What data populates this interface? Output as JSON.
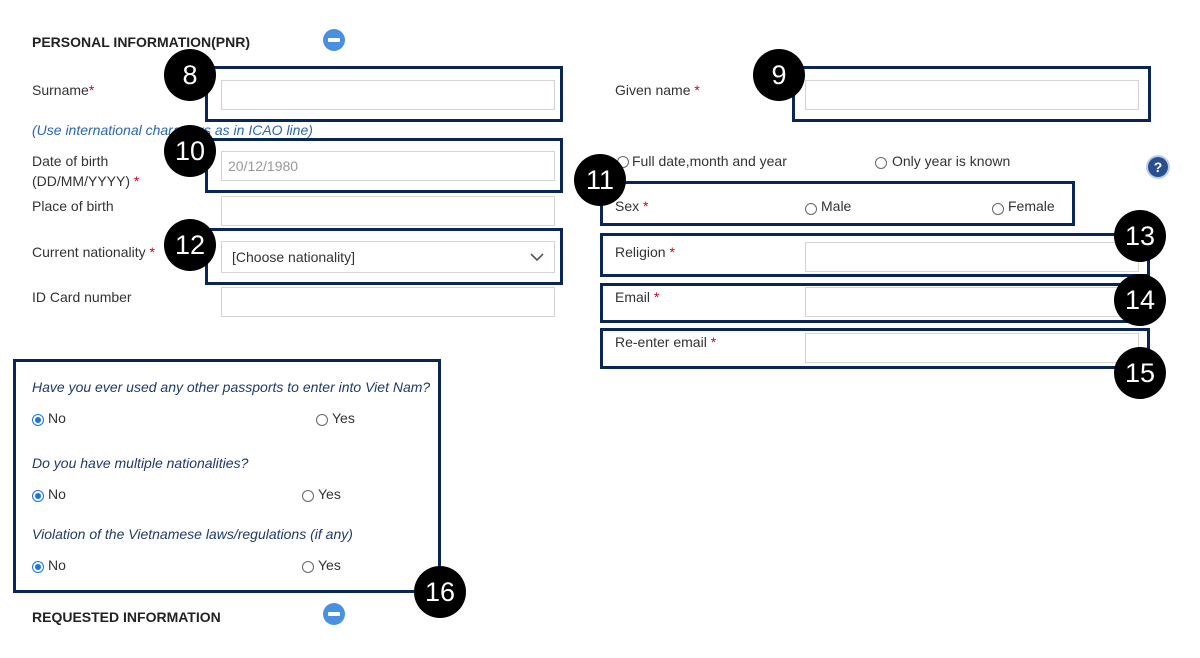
{
  "personal": {
    "title": "PERSONAL INFORMATION(PNR)",
    "surname_label": "Surname",
    "given_name_label": "Given name ",
    "hint": "(Use international characters as in ICAO line)",
    "dob_label_1": "Date of birth",
    "dob_label_2": "(DD/MM/YYYY) ",
    "dob_placeholder": "20/12/1980",
    "dob_option_full": "Full date,month and year",
    "dob_option_year": "Only year is known",
    "place_label": "Place of birth",
    "sex_label": "Sex ",
    "sex_male": "Male",
    "sex_female": "Female",
    "nationality_label": "Current nationality ",
    "nationality_selected": "[Choose nationality]",
    "religion_label": "Religion ",
    "email_label": "Email ",
    "reemail_label": "Re-enter email ",
    "idcard_label": "ID Card number",
    "required_mark": "*"
  },
  "questions": {
    "q1": "Have you ever used any other passports to enter into Viet Nam?",
    "q2": "Do you have multiple nationalities?",
    "q3": "Violation of the Vietnamese laws/regulations (if any)",
    "no": "No",
    "yes": "Yes"
  },
  "requested": {
    "title": "REQUESTED INFORMATION"
  },
  "badges": {
    "b8": "8",
    "b9": "9",
    "b10": "10",
    "b11": "11",
    "b12": "12",
    "b13": "13",
    "b14": "14",
    "b15": "15",
    "b16": "16"
  },
  "icons": {
    "collapse": "minus-circle-icon",
    "help": "question-mark-icon",
    "help_glyph": "?",
    "dropdown": "chevron-down-icon"
  },
  "colors": {
    "highlight_border": "#0a2558",
    "badge": "#000000",
    "accent": "#4a90e2",
    "required": "#d0021b"
  }
}
